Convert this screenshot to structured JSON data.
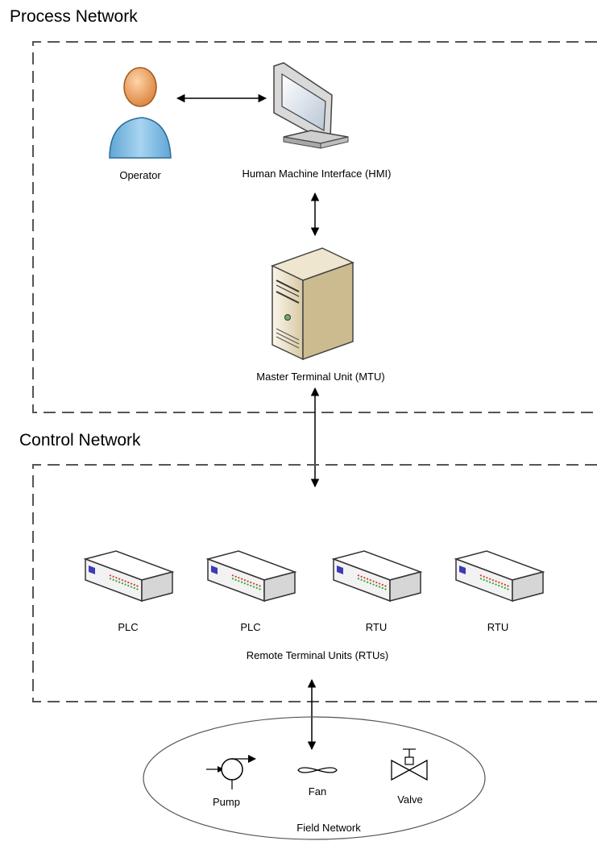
{
  "process_network": {
    "title": "Process Network",
    "operator_label": "Operator",
    "hmi_label": "Human Machine Interface (HMI)",
    "mtu_label": "Master Terminal Unit (MTU)"
  },
  "control_network": {
    "title": "Control Network",
    "devices": [
      {
        "label": "PLC",
        "icon": "plc-device-icon"
      },
      {
        "label": "PLC",
        "icon": "plc-device-icon"
      },
      {
        "label": "RTU",
        "icon": "rtu-device-icon"
      },
      {
        "label": "RTU",
        "icon": "rtu-device-icon"
      }
    ],
    "group_label": "Remote Terminal Units (RTUs)"
  },
  "field_network": {
    "title": "Field Network",
    "items": [
      {
        "label": "Pump",
        "icon": "pump-icon"
      },
      {
        "label": "Fan",
        "icon": "fan-icon"
      },
      {
        "label": "Valve",
        "icon": "valve-icon"
      }
    ]
  },
  "colors": {
    "dash_border": "#555555",
    "operator_body": "#8fc3e6",
    "operator_head": "#f0a86b",
    "server_case": "#e8dcc0",
    "device_case": "#f2f2f2",
    "device_indicator": "#3b3bb8"
  }
}
